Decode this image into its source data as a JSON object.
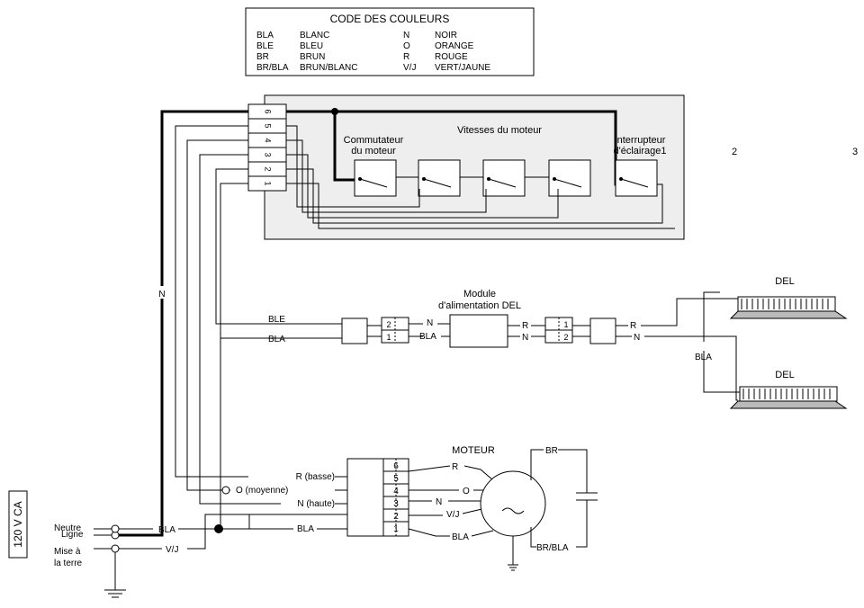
{
  "legend": {
    "title": "CODE DES COULEURS",
    "entries": [
      {
        "code": "BLA",
        "name": "BLANC"
      },
      {
        "code": "BLE",
        "name": "BLEU"
      },
      {
        "code": "BR",
        "name": "BRUN"
      },
      {
        "code": "BR/BLA",
        "name": "BRUN/BLANC"
      },
      {
        "code": "N",
        "name": "NOIR"
      },
      {
        "code": "O",
        "name": "ORANGE"
      },
      {
        "code": "R",
        "name": "ROUGE"
      },
      {
        "code": "V/J",
        "name": "VERT/JAUNE"
      }
    ]
  },
  "switch_panel": {
    "speeds_label": "Vitesses du moteur",
    "commutator_line1": "Commutateur",
    "commutator_line2": "du moteur",
    "light_switch_line1": "Interrupteur",
    "light_switch_line2": "d'éclairage1",
    "terminal_numbers": [
      "6",
      "5",
      "4",
      "3",
      "2",
      "1"
    ]
  },
  "side_labels": {
    "two": "2",
    "three": "3"
  },
  "wires": {
    "n": "N",
    "ble": "BLE",
    "bla": "BLA",
    "r": "R",
    "o": "O",
    "vj": "V/J",
    "br": "BR",
    "br_bla": "BR/BLA",
    "r_basse": "R (basse)",
    "o_moyenne": "O (moyenne)",
    "n_haute": "N (haute)"
  },
  "led_module": {
    "line1": "Module",
    "line2": "d'alimentation DEL",
    "conn1": [
      "2",
      "1"
    ],
    "conn2": [
      "1",
      "2"
    ]
  },
  "leds": {
    "label": "DEL"
  },
  "motor": {
    "label": "MOTEUR",
    "terminals": [
      "6",
      "5",
      "4",
      "3",
      "2",
      "1"
    ]
  },
  "supply": {
    "voltage": "120 V CA",
    "ligne": "Ligne",
    "neutre": "Neutre",
    "terre_line1": "Mise à",
    "terre_line2": "la terre"
  }
}
